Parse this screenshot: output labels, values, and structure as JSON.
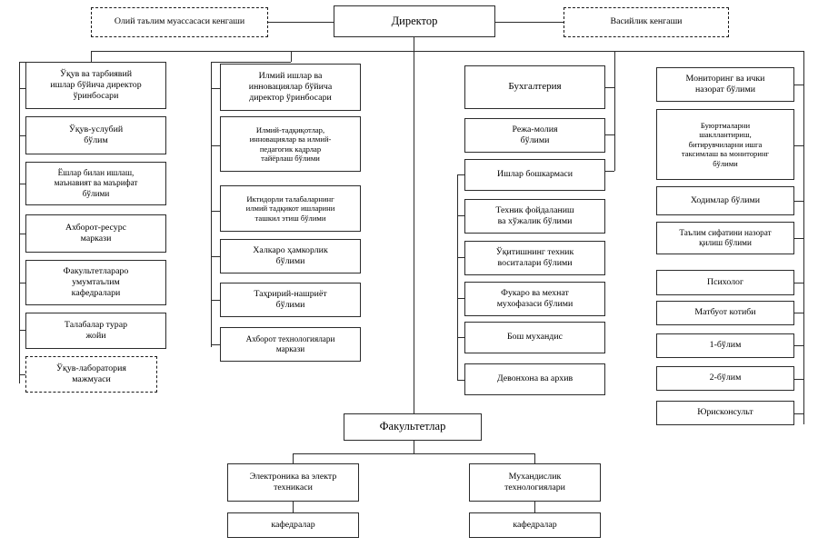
{
  "chart": {
    "title": "Oliy ta'lim muassasasi tashkiliy tuzilmasi",
    "root": {
      "label": "Директор"
    },
    "top_left_council": {
      "label": "Олий таълим муассасаси кенгаши"
    },
    "top_right_council": {
      "label": "Васийлик кенгаши"
    },
    "columns": [
      {
        "name": "academic-affairs-column",
        "items": [
          {
            "label": "Ўқув ва тарбиявий\nишлар бўйича директор\nўринбосари",
            "style": "solid"
          },
          {
            "label": "Ўқув-услубий\nбўлим",
            "style": "solid"
          },
          {
            "label": "Ёшлар билан ишлаш,\nмаънавият ва маърифат\nбўлими",
            "style": "solid"
          },
          {
            "label": "Ахборот-ресурс\nмаркази",
            "style": "solid"
          },
          {
            "label": "Факультетлараро\nумумтаълим\nкафедралари",
            "style": "solid"
          },
          {
            "label": "Талабалар турар\nжойи",
            "style": "solid"
          },
          {
            "label": "Ўқув-лаборатория\nмажмуаси",
            "style": "dashed"
          }
        ]
      },
      {
        "name": "science-innovation-column",
        "items": [
          {
            "label": "Илмий ишлар ва\nинновациялар бўйича\nдиректор ўринбосари",
            "style": "solid"
          },
          {
            "label": "Илмий-тадқиқотлар,\nинновациялар ва илмий-\nпедагогик кадрлар\nтайёрлаш бўлими",
            "style": "solid"
          },
          {
            "label": "Иктидорли талабаларнинг\nилмий тадқикот ишларини\nташкил этиш бўлими",
            "style": "solid"
          },
          {
            "label": "Халкаро ҳамкорлик\nбўлими",
            "style": "solid"
          },
          {
            "label": "Таҳририй-нашриёт\nбўлими",
            "style": "solid"
          },
          {
            "label": "Ахборот технологиялари\nмаркази",
            "style": "solid"
          }
        ]
      },
      {
        "name": "finance-operations-column",
        "items": [
          {
            "label": "Бухгалтерия",
            "style": "solid"
          },
          {
            "label": "Режа-молия\nбўлими",
            "style": "solid"
          },
          {
            "label": "Ишлар бошкармаси",
            "style": "solid"
          },
          {
            "label": "Техник фойдаланиш\nва хўжалик бўлими",
            "style": "solid"
          },
          {
            "label": "Ўқитишнинг техник\nвоситалари бўлими",
            "style": "solid"
          },
          {
            "label": "Фукаро ва мехнат\nмухофазаси бўлими",
            "style": "solid"
          },
          {
            "label": "Бош мухандис",
            "style": "solid"
          },
          {
            "label": "Девонхона ва архив",
            "style": "solid"
          }
        ]
      },
      {
        "name": "monitoring-hr-column",
        "items": [
          {
            "label": "Мониторинг ва ички\nназорат бўлими",
            "style": "solid"
          },
          {
            "label": "Буюртмаларни\nшакллантириш,\nбитирувчиларни ишга\nтаксимлаш ва мониторинг\nбўлими",
            "style": "solid"
          },
          {
            "label": "Ходимлар бўлими",
            "style": "solid"
          },
          {
            "label": "Таълим сифатини назорат\nқилиш бўлими",
            "style": "solid"
          },
          {
            "label": "Психолог",
            "style": "solid"
          },
          {
            "label": "Матбуот котиби",
            "style": "solid"
          },
          {
            "label": "1-бўлим",
            "style": "solid"
          },
          {
            "label": "2-бўлим",
            "style": "solid"
          },
          {
            "label": "Юрисконсульт",
            "style": "solid"
          }
        ]
      }
    ],
    "faculties": {
      "label": "Факультетлар",
      "children": [
        {
          "label": "Электроника ва электр\nтехникаси",
          "sub": {
            "label": "кафедралар"
          }
        },
        {
          "label": "Мухандислик\nтехнологиялари",
          "sub": {
            "label": "кафедралар"
          }
        }
      ]
    }
  },
  "colors": {
    "line": "#2b2b2b",
    "background": "#ffffff",
    "text": "#000000"
  }
}
